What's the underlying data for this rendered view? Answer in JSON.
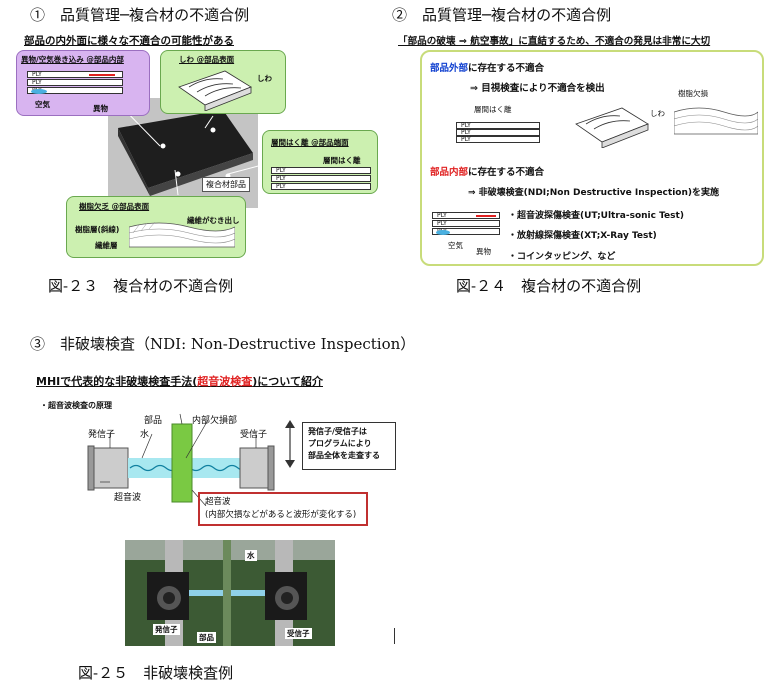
{
  "sec1": {
    "number": "①",
    "title": "品質管理─複合材の不適合例",
    "subtitle": "部品の内外面に様々な不適合の可能性がある",
    "box_foreign": {
      "title": "異物/空気巻き込み @部品内部",
      "ply": "PLY",
      "air": "空気",
      "foreign": "異物"
    },
    "box_wrinkle": {
      "title": "しわ @部品表面",
      "label": "しわ"
    },
    "box_delam": {
      "title": "層間はく離 @部品端面",
      "label": "層間はく離",
      "ply": "PLY"
    },
    "center_label": "複合材部品",
    "box_resin": {
      "title": "樹脂欠乏 @部品表面",
      "resin_layer": "樹脂層(斜線)",
      "fiber_exposed": "繊維がむき出し",
      "fiber_layer": "繊維層"
    },
    "caption": "図-２３　複合材の不適合例"
  },
  "sec2": {
    "number": "②",
    "title": "品質管理─複合材の不適合例",
    "headline": "「部品の破壊 ⇒ 航空事故」に直結するため、不適合の発見は非常に大切",
    "outer_head_colored": "部品外部",
    "outer_head_rest": "に存在する不適合",
    "outer_method": "⇒ 目視検査により不適合を検出",
    "delam_label": "層間はく離",
    "wrinkle_label": "しわ",
    "resin_label": "樹脂欠損",
    "ply": "PLY",
    "inner_head_colored": "部品内部",
    "inner_head_rest": "に存在する不適合",
    "inner_method": "⇒ 非破壊検査(NDI;Non Destructive Inspection)を実施",
    "methods": [
      "・超音波探傷検査(UT;Ultra-sonic Test)",
      "・放射線探傷検査(XT;X-Ray Test)",
      "・コインタッピング、など"
    ],
    "air": "空気",
    "foreign": "異物",
    "caption": "図-２４　複合材の不適合例"
  },
  "sec3": {
    "number": "③",
    "title": "非破壊検査（NDI: Non-Destructive Inspection）",
    "headline_pre": "MHIで代表的な非破壊検査手法(",
    "headline_red": "超音波検査",
    "headline_post": ")について紹介",
    "principle": "・超音波検査の原理",
    "part": "部品",
    "defect": "内部欠損部",
    "transmitter": "発信子",
    "water": "水",
    "receiver": "受信子",
    "ultrasonic": "超音波",
    "note_lines": [
      "発信子/受信子は",
      "プログラムにより",
      "部品全体を走査する"
    ],
    "wave_title": "超音波",
    "wave_note": "(内部欠損などがあると波形が変化する)",
    "photo_water": "水",
    "photo_tx": "発信子",
    "photo_part": "部品",
    "photo_rx": "受信子",
    "caption": "図-２５　非破壊検査例"
  },
  "colors": {
    "green_fill": "#ccf0b0",
    "green_border": "#6aa84f",
    "purple_fill": "#d8b4f0",
    "yellow_border": "#c8dc7a",
    "red": "#e02020",
    "blue": "#1040d0",
    "water": "#a8e8f0",
    "part_green": "#7ac943"
  }
}
